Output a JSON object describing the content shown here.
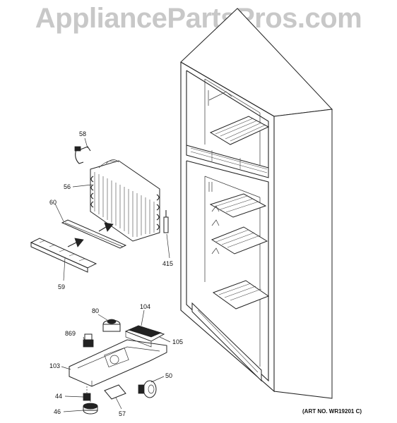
{
  "watermark": "AppliancePartsPros.com",
  "art_number": "(ART NO. WR19201 C)",
  "callouts": {
    "c58": "58",
    "c56": "56",
    "c60": "60",
    "c59": "59",
    "c415": "415",
    "c80": "80",
    "c104": "104",
    "c869": "869",
    "c105": "105",
    "c103": "103",
    "c50": "50",
    "c44": "44",
    "c46": "46",
    "c57": "57"
  }
}
